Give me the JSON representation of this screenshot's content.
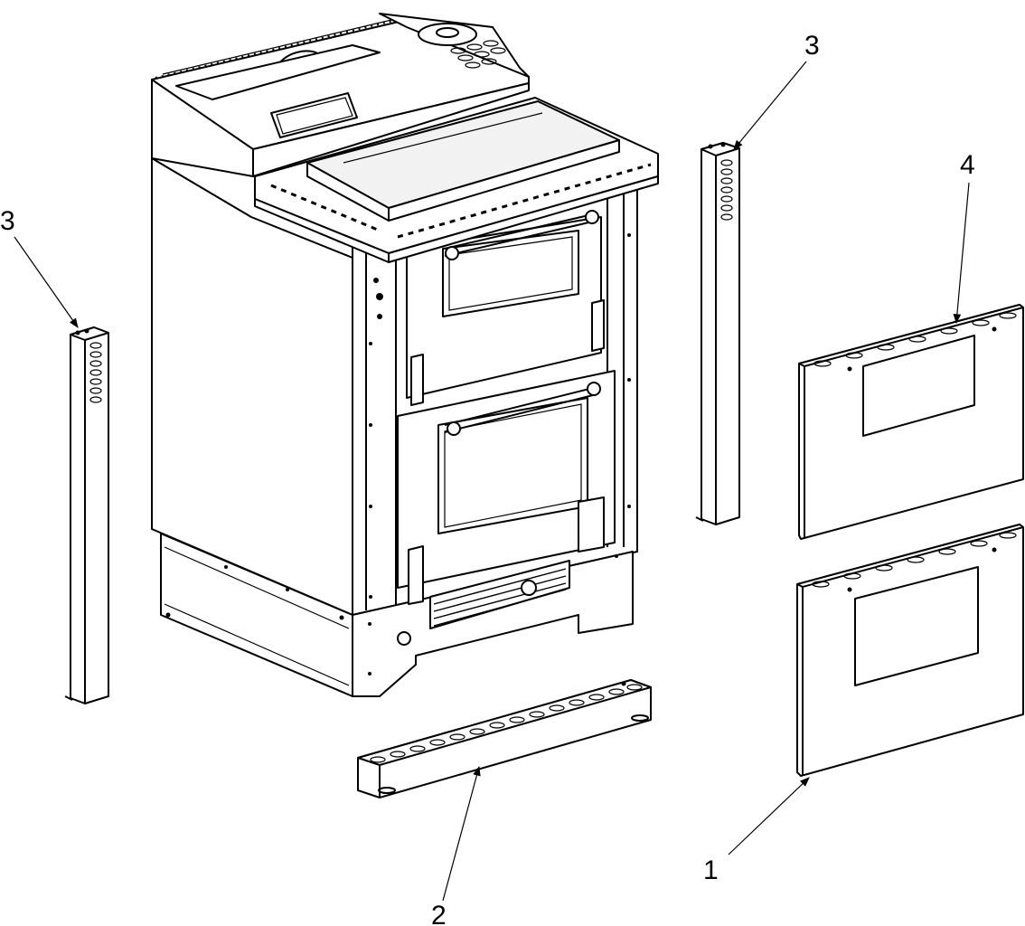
{
  "diagram": {
    "type": "exploded-parts-view",
    "callouts": [
      {
        "id": "callout-1",
        "label": "1",
        "part": "lower-door-panel"
      },
      {
        "id": "callout-2",
        "label": "2",
        "part": "bottom-kick-rail"
      },
      {
        "id": "callout-3a",
        "label": "3",
        "part": "left-side-post"
      },
      {
        "id": "callout-3b",
        "label": "3",
        "part": "right-side-post"
      },
      {
        "id": "callout-4",
        "label": "4",
        "part": "upper-door-panel"
      }
    ]
  }
}
